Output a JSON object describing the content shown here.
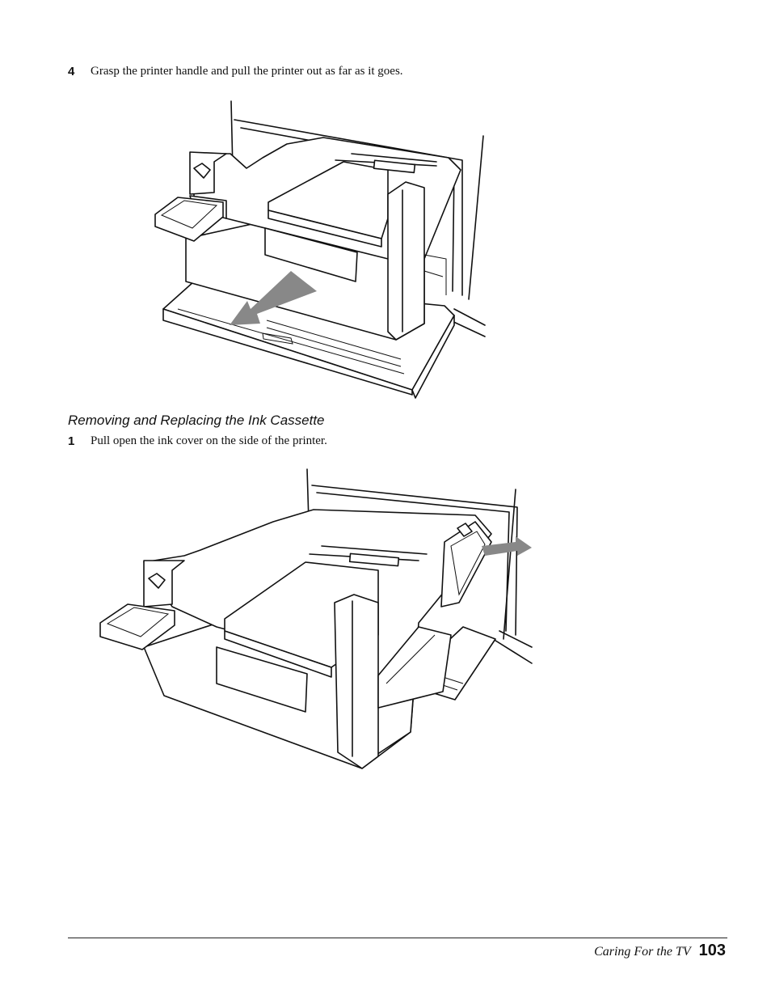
{
  "steps": {
    "step4": {
      "number": "4",
      "text": "Grasp the printer handle and pull the printer out as far as it goes."
    },
    "step1": {
      "number": "1",
      "text": "Pull open the ink cover on the side of the printer."
    }
  },
  "section_heading": "Removing and Replacing the Ink Cassette",
  "footer": {
    "chapter": "Caring For the TV",
    "page_number": "103"
  }
}
